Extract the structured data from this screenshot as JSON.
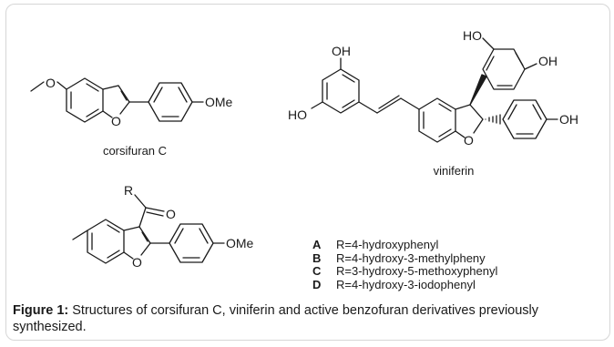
{
  "compounds": {
    "corsifuran": {
      "name": "corsifuran C",
      "methoxy_label": "OMe",
      "ring_oxygen": "O"
    },
    "viniferin": {
      "name": "viniferin",
      "hydroxyl": "OH",
      "hydroxyl_left": "HO",
      "ring_oxygen": "O"
    },
    "derivative": {
      "r_label": "R",
      "carbonyl_oxygen": "O",
      "methoxy_label": "OMe",
      "ring_oxygen": "O"
    }
  },
  "legend": [
    {
      "key": "A",
      "text": "R=4-hydroxyphenyl"
    },
    {
      "key": "B",
      "text": "R=4-hydroxy-3-methylpheny"
    },
    {
      "key": "C",
      "text": "R=3-hydroxy-5-methoxyphenyl"
    },
    {
      "key": "D",
      "text": "R=4-hydroxy-3-iodophenyl"
    }
  ],
  "caption": {
    "label": "Figure 1:",
    "text": " Structures of corsifuran C, viniferin and active benzofuran derivatives previously synthesized."
  }
}
